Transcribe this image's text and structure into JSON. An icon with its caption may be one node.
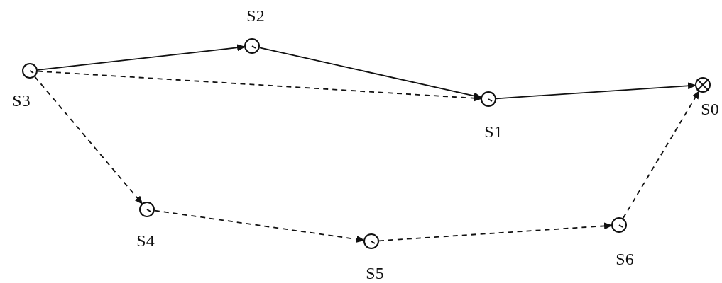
{
  "diagram": {
    "nodes": [
      {
        "text": [],
        "shape": "circle",
        "beside": [
          "S3"
        ]
      },
      {
        "text": [],
        "shape": "circle",
        "beside": [
          "S2"
        ]
      },
      {
        "text": [],
        "shape": "circle",
        "beside": [
          "S1"
        ]
      },
      {
        "text": [],
        "shape": "circle",
        "beside": [
          "S0"
        ]
      },
      {
        "text": [],
        "shape": "circle",
        "beside": [
          "S4"
        ]
      },
      {
        "text": [],
        "shape": "circle",
        "beside": [
          "S5"
        ]
      },
      {
        "text": [],
        "shape": "circle",
        "beside": [
          "S6"
        ]
      }
    ],
    "edges": [
      {
        "from": 0,
        "to": 1,
        "arrow": "to"
      },
      {
        "from": 1,
        "to": 2,
        "arrow": "to"
      },
      {
        "from": 2,
        "to": 3,
        "arrow": "to"
      },
      {
        "from": 0,
        "to": 2,
        "arrow": "to",
        "style": "dashed"
      },
      {
        "from": 0,
        "to": 4,
        "arrow": "to",
        "style": "dashed"
      },
      {
        "from": 4,
        "to": 5,
        "arrow": "to",
        "style": "dashed"
      },
      {
        "from": 5,
        "to": 6,
        "arrow": "to",
        "style": "dashed"
      },
      {
        "from": 6,
        "to": 3,
        "arrow": "to",
        "style": "dashed"
      }
    ]
  }
}
